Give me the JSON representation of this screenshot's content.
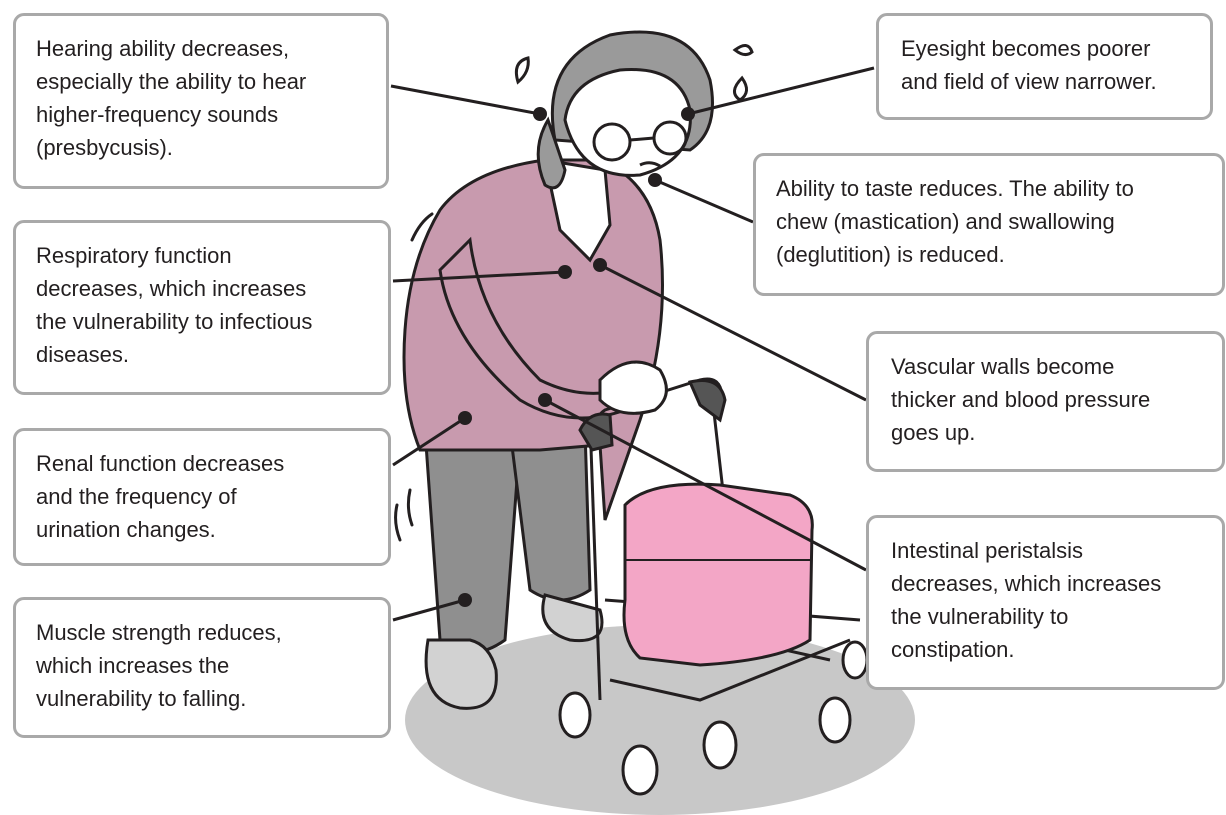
{
  "callouts": {
    "hearing": [
      "Hearing ability decreases,",
      "especially the ability to hear",
      "higher-frequency sounds",
      "(presbycusis)."
    ],
    "respiratory": [
      "Respiratory function",
      "decreases, which increases",
      "the vulnerability to infectious",
      "diseases."
    ],
    "renal": [
      "Renal function decreases",
      "and the frequency of",
      "urination changes."
    ],
    "muscle": [
      "Muscle strength reduces,",
      "which increases the",
      "vulnerability to falling."
    ],
    "eyesight": [
      "Eyesight becomes poorer",
      "and field of view narrower."
    ],
    "taste": [
      "Ability to taste reduces. The ability to",
      "chew (mastication) and swallowing",
      "(deglutition) is reduced."
    ],
    "vascular": [
      "Vascular walls become",
      "thicker and blood pressure",
      "goes up."
    ],
    "intestinal": [
      "Intestinal peristalsis",
      "decreases, which increases",
      "the vulnerability to",
      "constipation."
    ]
  },
  "colors": {
    "cardigan": "#c89aae",
    "trousers": "#8f8f8f",
    "walker_basket": "#f3a6c6",
    "ground_shadow": "#c8c8c8",
    "callout_border": "#a9a9a9"
  },
  "icons": [
    "elderly-woman-illustration",
    "rollator-walker-icon"
  ]
}
